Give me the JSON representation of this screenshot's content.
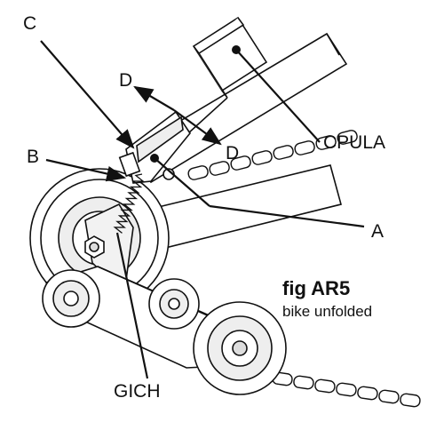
{
  "labels": {
    "c": "C",
    "d_top": "D",
    "d_bottom": "D",
    "b": "B",
    "a": "A",
    "cpula": "CPULA",
    "gich": "GICH"
  },
  "caption": {
    "title": "fig AR5",
    "subtitle": "bike unfolded"
  },
  "colors": {
    "line": "#111111",
    "fill": "#ffffff",
    "shade": "#e6e6e6"
  }
}
